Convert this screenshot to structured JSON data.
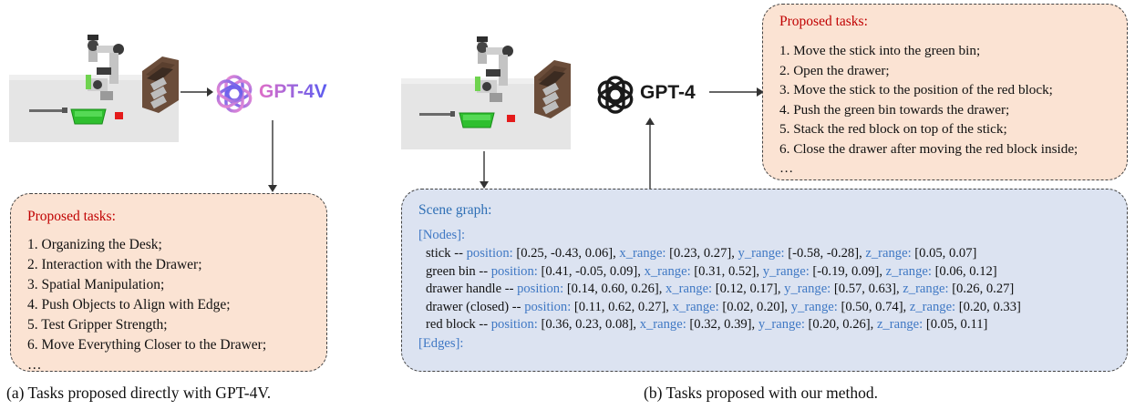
{
  "panel_a": {
    "model_label": "GPT-4V",
    "proposed_title": "Proposed tasks:",
    "tasks": [
      "1. Organizing the Desk;",
      "2. Interaction with the Drawer;",
      "3. Spatial Manipulation;",
      "4. Push Objects to Align with Edge;",
      "5. Test Gripper Strength;",
      "6. Move Everything Closer to the Drawer;",
      "…"
    ],
    "caption": "(a) Tasks proposed directly with GPT-4V."
  },
  "panel_b": {
    "model_label": "GPT-4",
    "proposed_title": "Proposed tasks:",
    "tasks": [
      "1. Move the stick into the green bin;",
      "2. Open the drawer;",
      "3. Move the stick to the position of the red block;",
      "4. Push the green bin towards the drawer;",
      "5. Stack the red block on top of the stick;",
      "6. Close the drawer after moving the red block inside;",
      "…"
    ],
    "scene_graph": {
      "title": "Scene graph:",
      "nodes_header": "[Nodes]:",
      "edges_header": "[Edges]:",
      "nodes": [
        {
          "name": "stick -- ",
          "position": "[0.25, -0.43, 0.06], ",
          "x_range": "[0.23, 0.27], ",
          "y_range": "[-0.58, -0.28], ",
          "z_range": "[0.05, 0.07]"
        },
        {
          "name": "green bin -- ",
          "position": "[0.41, -0.05, 0.09], ",
          "x_range": "[0.31, 0.52], ",
          "y_range": "[-0.19, 0.09], ",
          "z_range": "[0.06, 0.12]"
        },
        {
          "name": "drawer handle -- ",
          "position": "[0.14, 0.60, 0.26], ",
          "x_range": "[0.12, 0.17], ",
          "y_range": "[0.57, 0.63], ",
          "z_range": "[0.26, 0.27]"
        },
        {
          "name": "drawer (closed) -- ",
          "position": "[0.11, 0.62, 0.27], ",
          "x_range": "[0.02, 0.20], ",
          "y_range": "[0.50, 0.74], ",
          "z_range": "[0.20, 0.33]"
        },
        {
          "name": "red block -- ",
          "position": "[0.36, 0.23, 0.08], ",
          "x_range": "[0.32, 0.39], ",
          "y_range": "[0.20, 0.26], ",
          "z_range": "[0.05, 0.11]"
        }
      ],
      "keys": {
        "position": "position: ",
        "x_range": "x_range: ",
        "y_range": "y_range: ",
        "z_range": "z_range: "
      }
    },
    "caption": "(b) Tasks proposed with our method."
  },
  "colors": {
    "gpt4v_gradient_start": "#f08bd2",
    "gpt4v_gradient_end": "#5a5cf0",
    "keyword_blue": "#3f78c4",
    "title_red": "#c00000",
    "orange_box": "#fbe3d3",
    "blue_box": "#dce3f1"
  }
}
